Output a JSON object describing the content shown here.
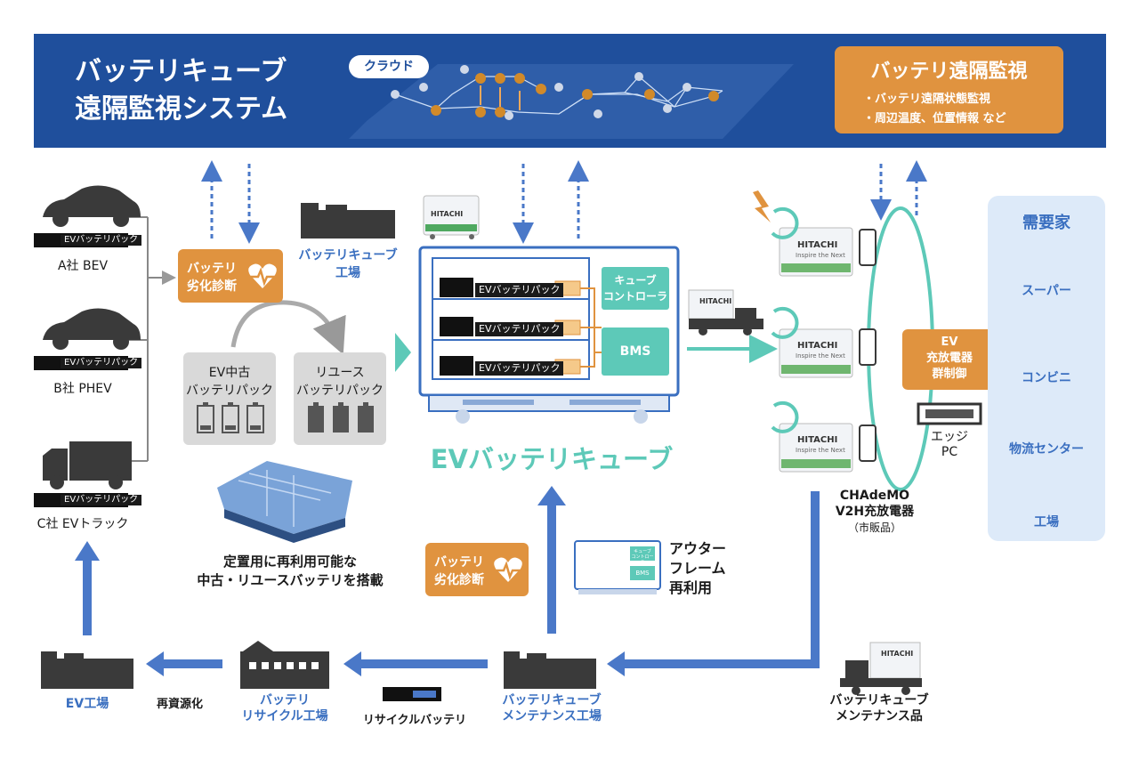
{
  "banner": {
    "title_line1": "バッテリキューブ",
    "title_line2": "遠隔監視システム",
    "cloud_label": "クラウド",
    "monitor": {
      "title": "バッテリ遠隔監視",
      "items": [
        "・バッテリ遠隔状態監視",
        "・周辺温度、位置情報 など"
      ]
    }
  },
  "vehicles": [
    {
      "pack": "EVバッテリパック",
      "label": "A社 BEV"
    },
    {
      "pack": "EVバッテリパック",
      "label": "B社 PHEV"
    },
    {
      "pack": "EVバッテリパック",
      "label": "C社 EVトラック"
    }
  ],
  "diagnosis": {
    "line1": "バッテリ",
    "line2": "劣化診断"
  },
  "factory_cube": {
    "line1": "バッテリキューブ",
    "line2": "工場"
  },
  "used_pack": {
    "line1": "EV中古",
    "line2": "バッテリパック"
  },
  "reuse_pack": {
    "line1": "リユース",
    "line2": "バッテリパック"
  },
  "stationary_note": {
    "line1": "定置用に再利用可能な",
    "line2": "中古・リユースバッテリを搭載"
  },
  "cube": {
    "title": "EVバッテリキューブ",
    "packs": [
      "EVバッテリパック",
      "EVバッテリパック",
      "EVバッテリパック"
    ],
    "controller": {
      "line1": "キューブ",
      "line2": "コントローラ"
    },
    "bms": "BMS",
    "brand": "HITACHI",
    "tagline": "Inspire the Next"
  },
  "outer_frame": {
    "line1": "アウター",
    "line2": "フレーム",
    "line3": "再利用",
    "mini_controller1": "キューブ",
    "mini_controller2": "コントローラ",
    "mini_bms": "BMS"
  },
  "diagnosis2": {
    "line1": "バッテリ",
    "line2": "劣化診断"
  },
  "charger_group": {
    "line1": "EV",
    "line2": "充放電器",
    "line3": "群制御"
  },
  "edge_pc": {
    "line1": "エッジ",
    "line2": "PC"
  },
  "chademo": {
    "line1": "CHAdeMO",
    "line2": "V2H充放電器",
    "line3": "（市販品）"
  },
  "demand": {
    "title": "需要家",
    "items": [
      "スーパー",
      "コンビニ",
      "物流センター",
      "工場"
    ]
  },
  "bottom": {
    "ev_factory": "EV工場",
    "recycling_label": "再資源化",
    "recycle_factory": {
      "line1": "バッテリ",
      "line2": "リサイクル工場"
    },
    "recycle_battery": "リサイクルバッテリ",
    "maintenance_factory": {
      "line1": "バッテリキューブ",
      "line2": "メンテナンス工場"
    },
    "maintenance_item": {
      "line1": "バッテリキューブ",
      "line2": "メンテナンス品"
    }
  },
  "colors": {
    "banner": "#1f4f9c",
    "orange": "#e0933f",
    "teal": "#5dc9b8",
    "arrow_blue": "#4a78c8",
    "demand_bg": "#ddeaf9"
  }
}
